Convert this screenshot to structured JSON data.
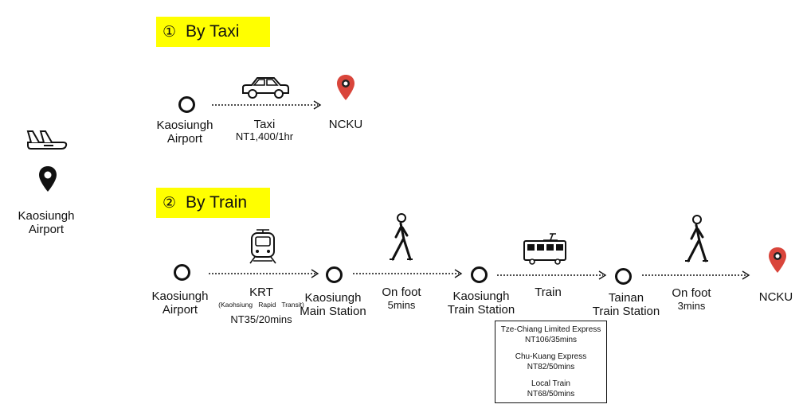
{
  "left_origin": {
    "label_line1": "Kaosiungh",
    "label_line2": "Airport",
    "icons": [
      "airplane-icon",
      "map-pin-icon"
    ]
  },
  "taxi": {
    "heading_number": "①",
    "heading_text": "By Taxi",
    "from": {
      "line1": "Kaosiungh",
      "line2": "Airport"
    },
    "mode": "Taxi",
    "fare": "NT1,400/1hr",
    "to": "NCKU"
  },
  "train": {
    "heading_number": "②",
    "heading_text": "By Train",
    "stops": [
      {
        "line1": "Kaosiungh",
        "line2": "Airport"
      },
      {
        "line1": "Kaosiungh",
        "line2": "Main Station"
      },
      {
        "line1": "Kaosiungh",
        "line2": "Train Station"
      },
      {
        "line1": "Tainan",
        "line2": "Train Station"
      }
    ],
    "destination": "NCKU",
    "legs": [
      {
        "mode": "KRT",
        "note": "(Kaohsiung   Rapid   Transit)",
        "detail": "NT35/20mins"
      },
      {
        "mode": "On foot",
        "detail": "5mins"
      },
      {
        "mode": "Train",
        "detail": ""
      },
      {
        "mode": "On foot",
        "detail": "3mins"
      }
    ],
    "fares": [
      {
        "name": "Tze-Chiang Limited Express",
        "price": "NT106/35mins"
      },
      {
        "name": "Chu-Kuang Express",
        "price": "NT82/50mins"
      },
      {
        "name": "Local Train",
        "price": "NT68/50mins"
      }
    ]
  },
  "colors": {
    "highlight": "#ffff00",
    "pin_accent": "#d9453b",
    "line": "#111111"
  }
}
